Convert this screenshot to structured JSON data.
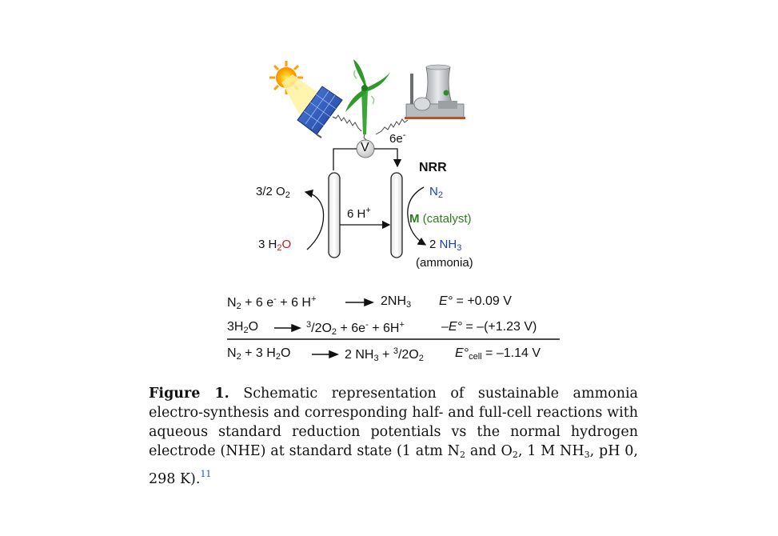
{
  "diagram": {
    "voltage_label": "V",
    "electrons": "6e",
    "electrons_sup": "-",
    "nrr": "NRR",
    "left_top": "3/2 O",
    "left_top_sub": "2",
    "left_bottom_pre": "3 H",
    "left_bottom_sub": "2",
    "left_bottom_post": "O",
    "protons": "6 H",
    "protons_sup": "+",
    "n2": "N",
    "n2_sub": "2",
    "catalyst_m": "M",
    "catalyst_text": "(catalyst)",
    "product_pre": "2 ",
    "product": "NH",
    "product_sub": "3",
    "ammonia": "(ammonia)",
    "colors": {
      "n2": "#1d3fa8",
      "catalyst": "#2e7d1e",
      "water": "#c41e1e",
      "nh3": "#1d3fa8"
    }
  },
  "equations": {
    "eq1": {
      "lhs_n": "N",
      "lhs_n_sub": "2",
      "lhs_mid": " + 6 e",
      "lhs_e_sup": "-",
      "lhs_h": " + 6 H",
      "lhs_h_sup": "+",
      "rhs": "2NH",
      "rhs_sub": "3",
      "pot_label": "E°",
      "pot_value": " = +0.09 V"
    },
    "eq2": {
      "lhs_h": "3H",
      "lhs_h_sub": "2",
      "lhs_o": "O",
      "rhs_frac_sup": "3",
      "rhs_frac": "/2O",
      "rhs_frac_sub": "2",
      "rhs_rest": " + 6e",
      "rhs_e_sup": "-",
      "rhs_h": " + 6H",
      "rhs_h_sup": "+",
      "pot_label": "–E°",
      "pot_value": " = –(+1.23 V)"
    },
    "eq3": {
      "lhs_n": "N",
      "lhs_n_sub": "2",
      "lhs_mid": " + 3 H",
      "lhs_h_sub": "2",
      "lhs_o": "O",
      "rhs_pre": "2 NH",
      "rhs_sub": "3",
      "rhs_plus": " + ",
      "rhs_frac_sup": "3",
      "rhs_frac": "/2O",
      "rhs_frac_sub": "2",
      "pot_label": "E°",
      "pot_sub": "cell",
      "pot_value": " = –1.14 V"
    }
  },
  "caption": {
    "label": "Figure 1.",
    "text_1": " Schematic representation of sustainable ammonia electro-synthesis and corresponding half- and full-cell reactions with aqueous standard reduction potentials vs the normal hydrogen electrode (NHE) at standard state (1 atm N",
    "sub_1": "2",
    "text_2": " and O",
    "sub_2": "2",
    "text_3": ", 1 M NH",
    "sub_3": "3",
    "text_4": ", pH 0, 298 K).",
    "ref": "11"
  }
}
